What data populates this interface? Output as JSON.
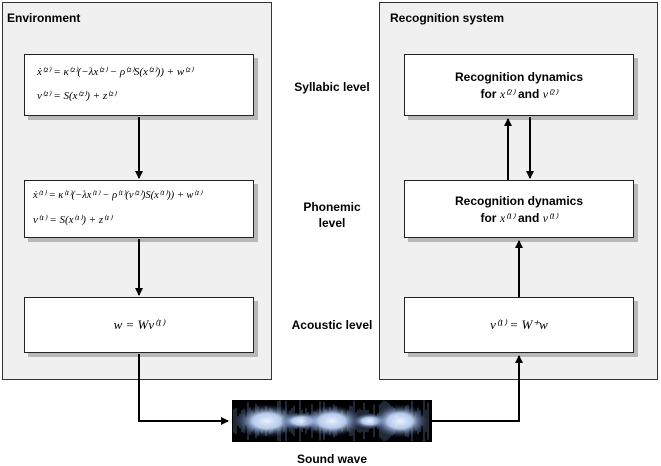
{
  "environment": {
    "title": "Environment",
    "syllabic_eq1": "ẋ⁽²⁾ = κ⁽²⁾(−λx⁽²⁾ − ρ⁽²⁾S(x⁽²⁾)) + w⁽²⁾",
    "syllabic_eq2": "v⁽²⁾ = S(x⁽²⁾) + z⁽²⁾",
    "phonemic_eq1": "ẋ⁽¹⁾ = κ⁽¹⁾(−λx⁽¹⁾ − ρ⁽¹⁾(v⁽²⁾)S(x⁽¹⁾)) + w⁽¹⁾",
    "phonemic_eq2": "v⁽¹⁾ = S(x⁽¹⁾) + z⁽¹⁾",
    "acoustic_eq": "w = Wv⁽¹⁾"
  },
  "levels": {
    "syllabic": "Syllabic level",
    "phonemic_line1": "Phonemic",
    "phonemic_line2": "level",
    "acoustic": "Acoustic level"
  },
  "recognition": {
    "title": "Recognition system",
    "syllabic_line1": "Recognition dynamics",
    "syllabic_for": "for",
    "syllabic_var1": "x⁽²⁾",
    "syllabic_and": "and",
    "syllabic_var2": "v⁽²⁾",
    "phonemic_line1": "Recognition dynamics",
    "phonemic_for": "for",
    "phonemic_var1": "x⁽¹⁾",
    "phonemic_and": "and",
    "phonemic_var2": "v⁽¹⁾",
    "acoustic_eq": "v⁽¹⁾ = W⁺w"
  },
  "sound_wave_label": "Sound wave"
}
